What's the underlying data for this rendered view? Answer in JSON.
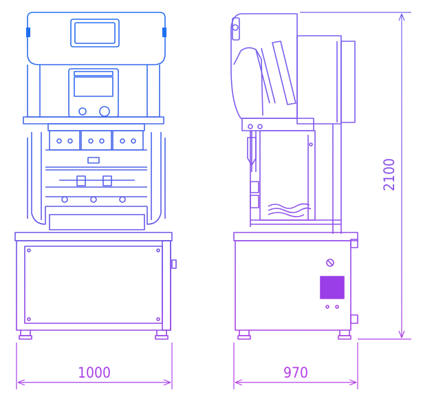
{
  "dimensions": {
    "front_width": "1000",
    "side_depth": "970",
    "height": "2100"
  },
  "colors": {
    "top": "#1f6ff0",
    "mid": "#5a55e6",
    "bottom": "#a83fe8",
    "side_top": "#7f5ff0",
    "side_bottom": "#b43de6",
    "panel_fill": "#9a3ee8",
    "background": "#ffffff"
  }
}
